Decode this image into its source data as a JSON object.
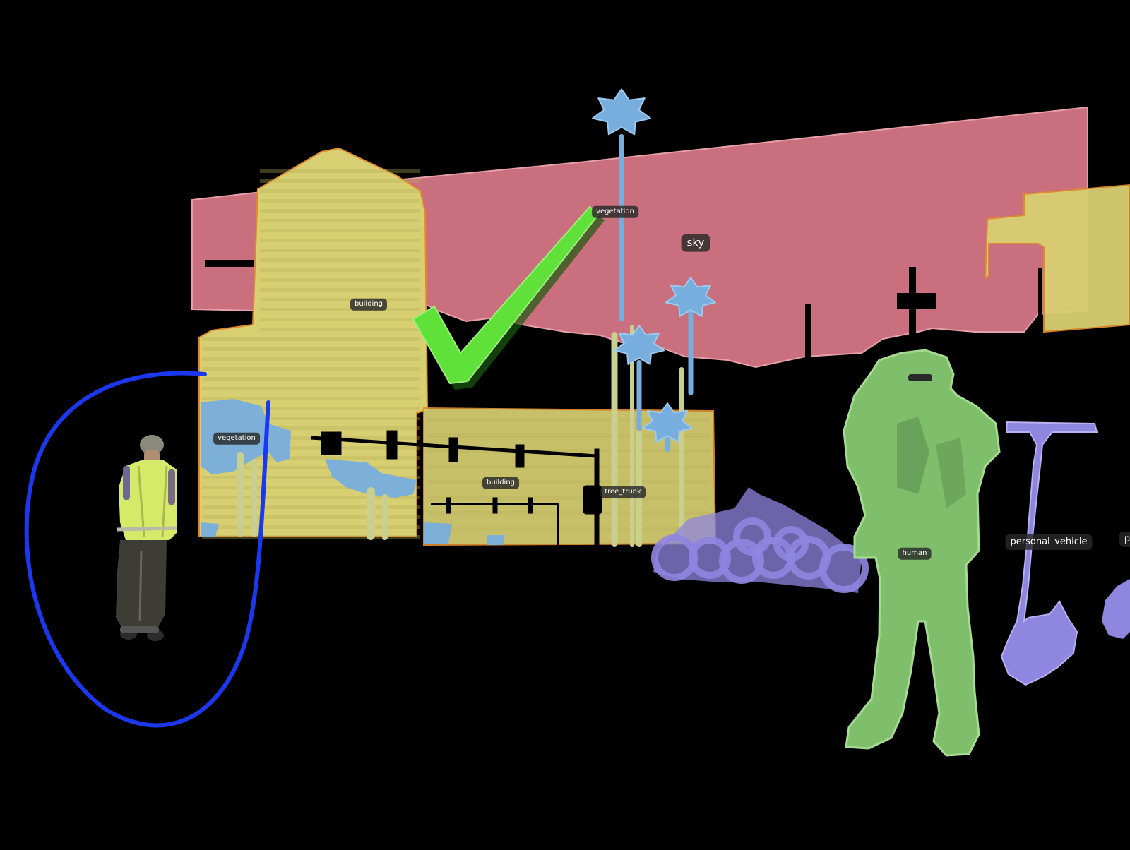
{
  "labels": {
    "building_tower": "building",
    "building_low": "building",
    "vegetation_palm": "vegetation",
    "vegetation_left": "vegetation",
    "sky": "sky",
    "tree_trunk": "tree_trunk",
    "human": "human",
    "personal_vehicle": "personal_vehicle",
    "personal_vehicle_cut": "pe"
  },
  "colors": {
    "background": "#000000",
    "building": "#d8cf72",
    "building_edge": "#e08a2c",
    "sky": "#c96f7d",
    "vegetation": "#78aede",
    "tree_trunk": "#c9cf8e",
    "human": "#7fbf6b",
    "personal_vehicle": "#8f86e0",
    "checkmark": "#5fe13a",
    "annotation_circle": "#1c38ee",
    "worker_vest": "#d6ea6a"
  },
  "annotations": {
    "checkmark": "check-icon",
    "circle": "hand-drawn-circle"
  }
}
